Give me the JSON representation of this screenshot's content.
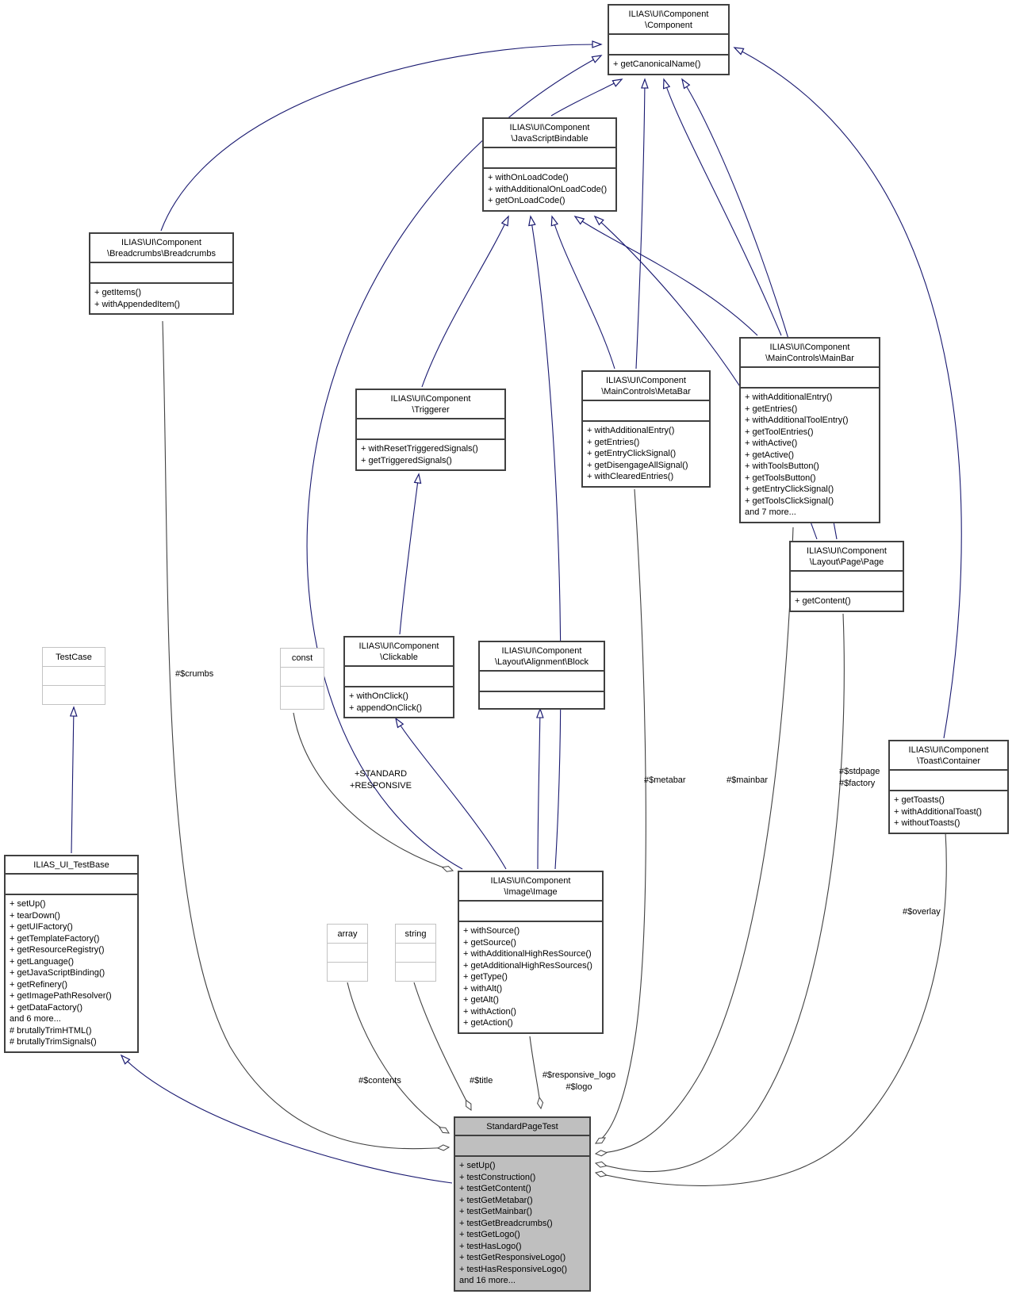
{
  "diagram": {
    "kind": "uml-collaboration-diagram",
    "focus_class": "StandardPageTest"
  },
  "colors": {
    "inheritance_edge": "#191970",
    "aggregation_edge": "#404040",
    "box_border": "#404040",
    "muted_border": "#c3c3c3",
    "highlight_fill": "#bfbfbf"
  },
  "classes": {
    "component": {
      "name": [
        "ILIAS\\UI\\Component",
        "\\Component"
      ],
      "methods": [
        "+ getCanonicalName()"
      ]
    },
    "jsbindable": {
      "name": [
        "ILIAS\\UI\\Component",
        "\\JavaScriptBindable"
      ],
      "methods": [
        "+ withOnLoadCode()",
        "+ withAdditionalOnLoadCode()",
        "+ getOnLoadCode()"
      ]
    },
    "breadcrumbs": {
      "name": [
        "ILIAS\\UI\\Component",
        "\\Breadcrumbs\\Breadcrumbs"
      ],
      "methods": [
        "+ getItems()",
        "+ withAppendedItem()"
      ]
    },
    "triggerer": {
      "name": [
        "ILIAS\\UI\\Component",
        "\\Triggerer"
      ],
      "methods": [
        "+ withResetTriggeredSignals()",
        "+ getTriggeredSignals()"
      ]
    },
    "metabar": {
      "name": [
        "ILIAS\\UI\\Component",
        "\\MainControls\\MetaBar"
      ],
      "methods": [
        "+ withAdditionalEntry()",
        "+ getEntries()",
        "+ getEntryClickSignal()",
        "+ getDisengageAllSignal()",
        "+ withClearedEntries()"
      ]
    },
    "mainbar": {
      "name": [
        "ILIAS\\UI\\Component",
        "\\MainControls\\MainBar"
      ],
      "methods": [
        "+ withAdditionalEntry()",
        "+ getEntries()",
        "+ withAdditionalToolEntry()",
        "+ getToolEntries()",
        "+ withActive()",
        "+ getActive()",
        "+ withToolsButton()",
        "+ getToolsButton()",
        "+ getEntryClickSignal()",
        "+ getToolsClickSignal()",
        "and 7 more..."
      ]
    },
    "page": {
      "name": [
        "ILIAS\\UI\\Component",
        "\\Layout\\Page\\Page"
      ],
      "methods": [
        "+ getContent()"
      ]
    },
    "testcase": {
      "name": [
        "TestCase"
      ],
      "methods": []
    },
    "const": {
      "name": [
        "const"
      ],
      "methods": []
    },
    "clickable": {
      "name": [
        "ILIAS\\UI\\Component",
        "\\Clickable"
      ],
      "methods": [
        "+ withOnClick()",
        "+ appendOnClick()"
      ]
    },
    "block": {
      "name": [
        "ILIAS\\UI\\Component",
        "\\Layout\\Alignment\\Block"
      ],
      "methods": []
    },
    "toast": {
      "name": [
        "ILIAS\\UI\\Component",
        "\\Toast\\Container"
      ],
      "methods": [
        "+ getToasts()",
        "+ withAdditionalToast()",
        "+ withoutToasts()"
      ]
    },
    "testbase": {
      "name": [
        "ILIAS_UI_TestBase"
      ],
      "methods": [
        "+ setUp()",
        "+ tearDown()",
        "+ getUIFactory()",
        "+ getTemplateFactory()",
        "+ getResourceRegistry()",
        "+ getLanguage()",
        "+ getJavaScriptBinding()",
        "+ getRefinery()",
        "+ getImagePathResolver()",
        "+ getDataFactory()",
        "and 6 more...",
        "# brutallyTrimHTML()",
        "# brutallyTrimSignals()"
      ]
    },
    "image": {
      "name": [
        "ILIAS\\UI\\Component",
        "\\Image\\Image"
      ],
      "methods": [
        "+ withSource()",
        "+ getSource()",
        "+ withAdditionalHighResSource()",
        "+ getAdditionalHighResSources()",
        "+ getType()",
        "+ withAlt()",
        "+ getAlt()",
        "+ withAction()",
        "+ getAction()"
      ]
    },
    "array": {
      "name": [
        "array"
      ],
      "methods": []
    },
    "string": {
      "name": [
        "string"
      ],
      "methods": []
    },
    "spt": {
      "name": [
        "StandardPageTest"
      ],
      "methods": [
        "+ setUp()",
        "+ testConstruction()",
        "+ testGetContent()",
        "+ testGetMetabar()",
        "+ testGetMainbar()",
        "+ testGetBreadcrumbs()",
        "+ testGetLogo()",
        "+ testHasLogo()",
        "+ testGetResponsiveLogo()",
        "+ testHasResponsiveLogo()",
        "and 16 more..."
      ]
    }
  },
  "edge_labels": {
    "crumbs": "#$crumbs",
    "standard_responsive": [
      "+STANDARD",
      "+RESPONSIVE"
    ],
    "metabar": "#$metabar",
    "mainbar": "#$mainbar",
    "stdpage_factory": [
      "#$stdpage",
      "#$factory"
    ],
    "overlay": "#$overlay",
    "contents": "#$contents",
    "title": "#$title",
    "responsive_logo": [
      "#$responsive_logo",
      "#$logo"
    ]
  }
}
